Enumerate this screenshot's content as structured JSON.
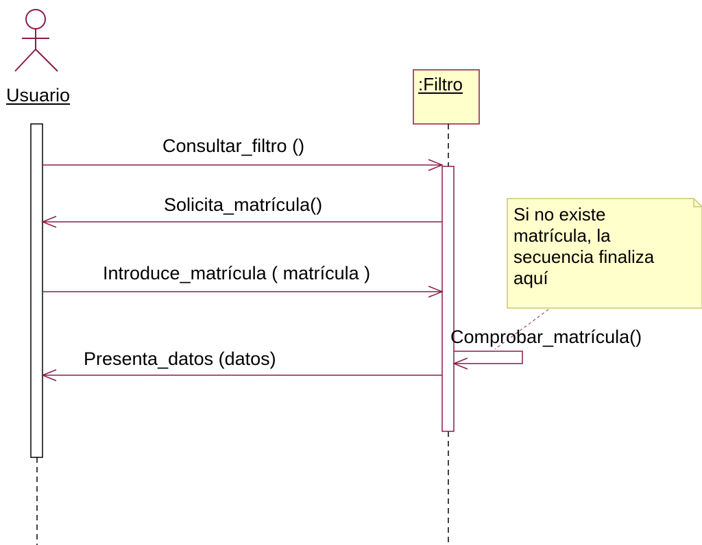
{
  "participants": {
    "actor": {
      "name": "Usuario",
      "kind": "actor"
    },
    "object": {
      "name": ":Filtro",
      "kind": "object"
    }
  },
  "messages": [
    {
      "label": "Consultar_filtro ()",
      "from": "Usuario",
      "to": ":Filtro"
    },
    {
      "label": "Solicita_matrícula()",
      "from": ":Filtro",
      "to": "Usuario"
    },
    {
      "label": "Introduce_matrícula ( matrícula )",
      "from": "Usuario",
      "to": ":Filtro"
    },
    {
      "label": "Comprobar_matrícula()",
      "from": ":Filtro",
      "to": ":Filtro"
    },
    {
      "label": "Presenta_datos (datos)",
      "from": ":Filtro",
      "to": "Usuario"
    }
  ],
  "note": {
    "lines": [
      "Si no existe",
      "matrícula, la",
      "secuencia finaliza",
      "aquí"
    ]
  },
  "colors": {
    "message_line": "#8b1a4a",
    "object_fill": "#ffffcc",
    "object_border": "#8b1a4a",
    "note_fill": "#ffffcc",
    "note_border": "#c8c86a",
    "lifeline": "#000000"
  }
}
